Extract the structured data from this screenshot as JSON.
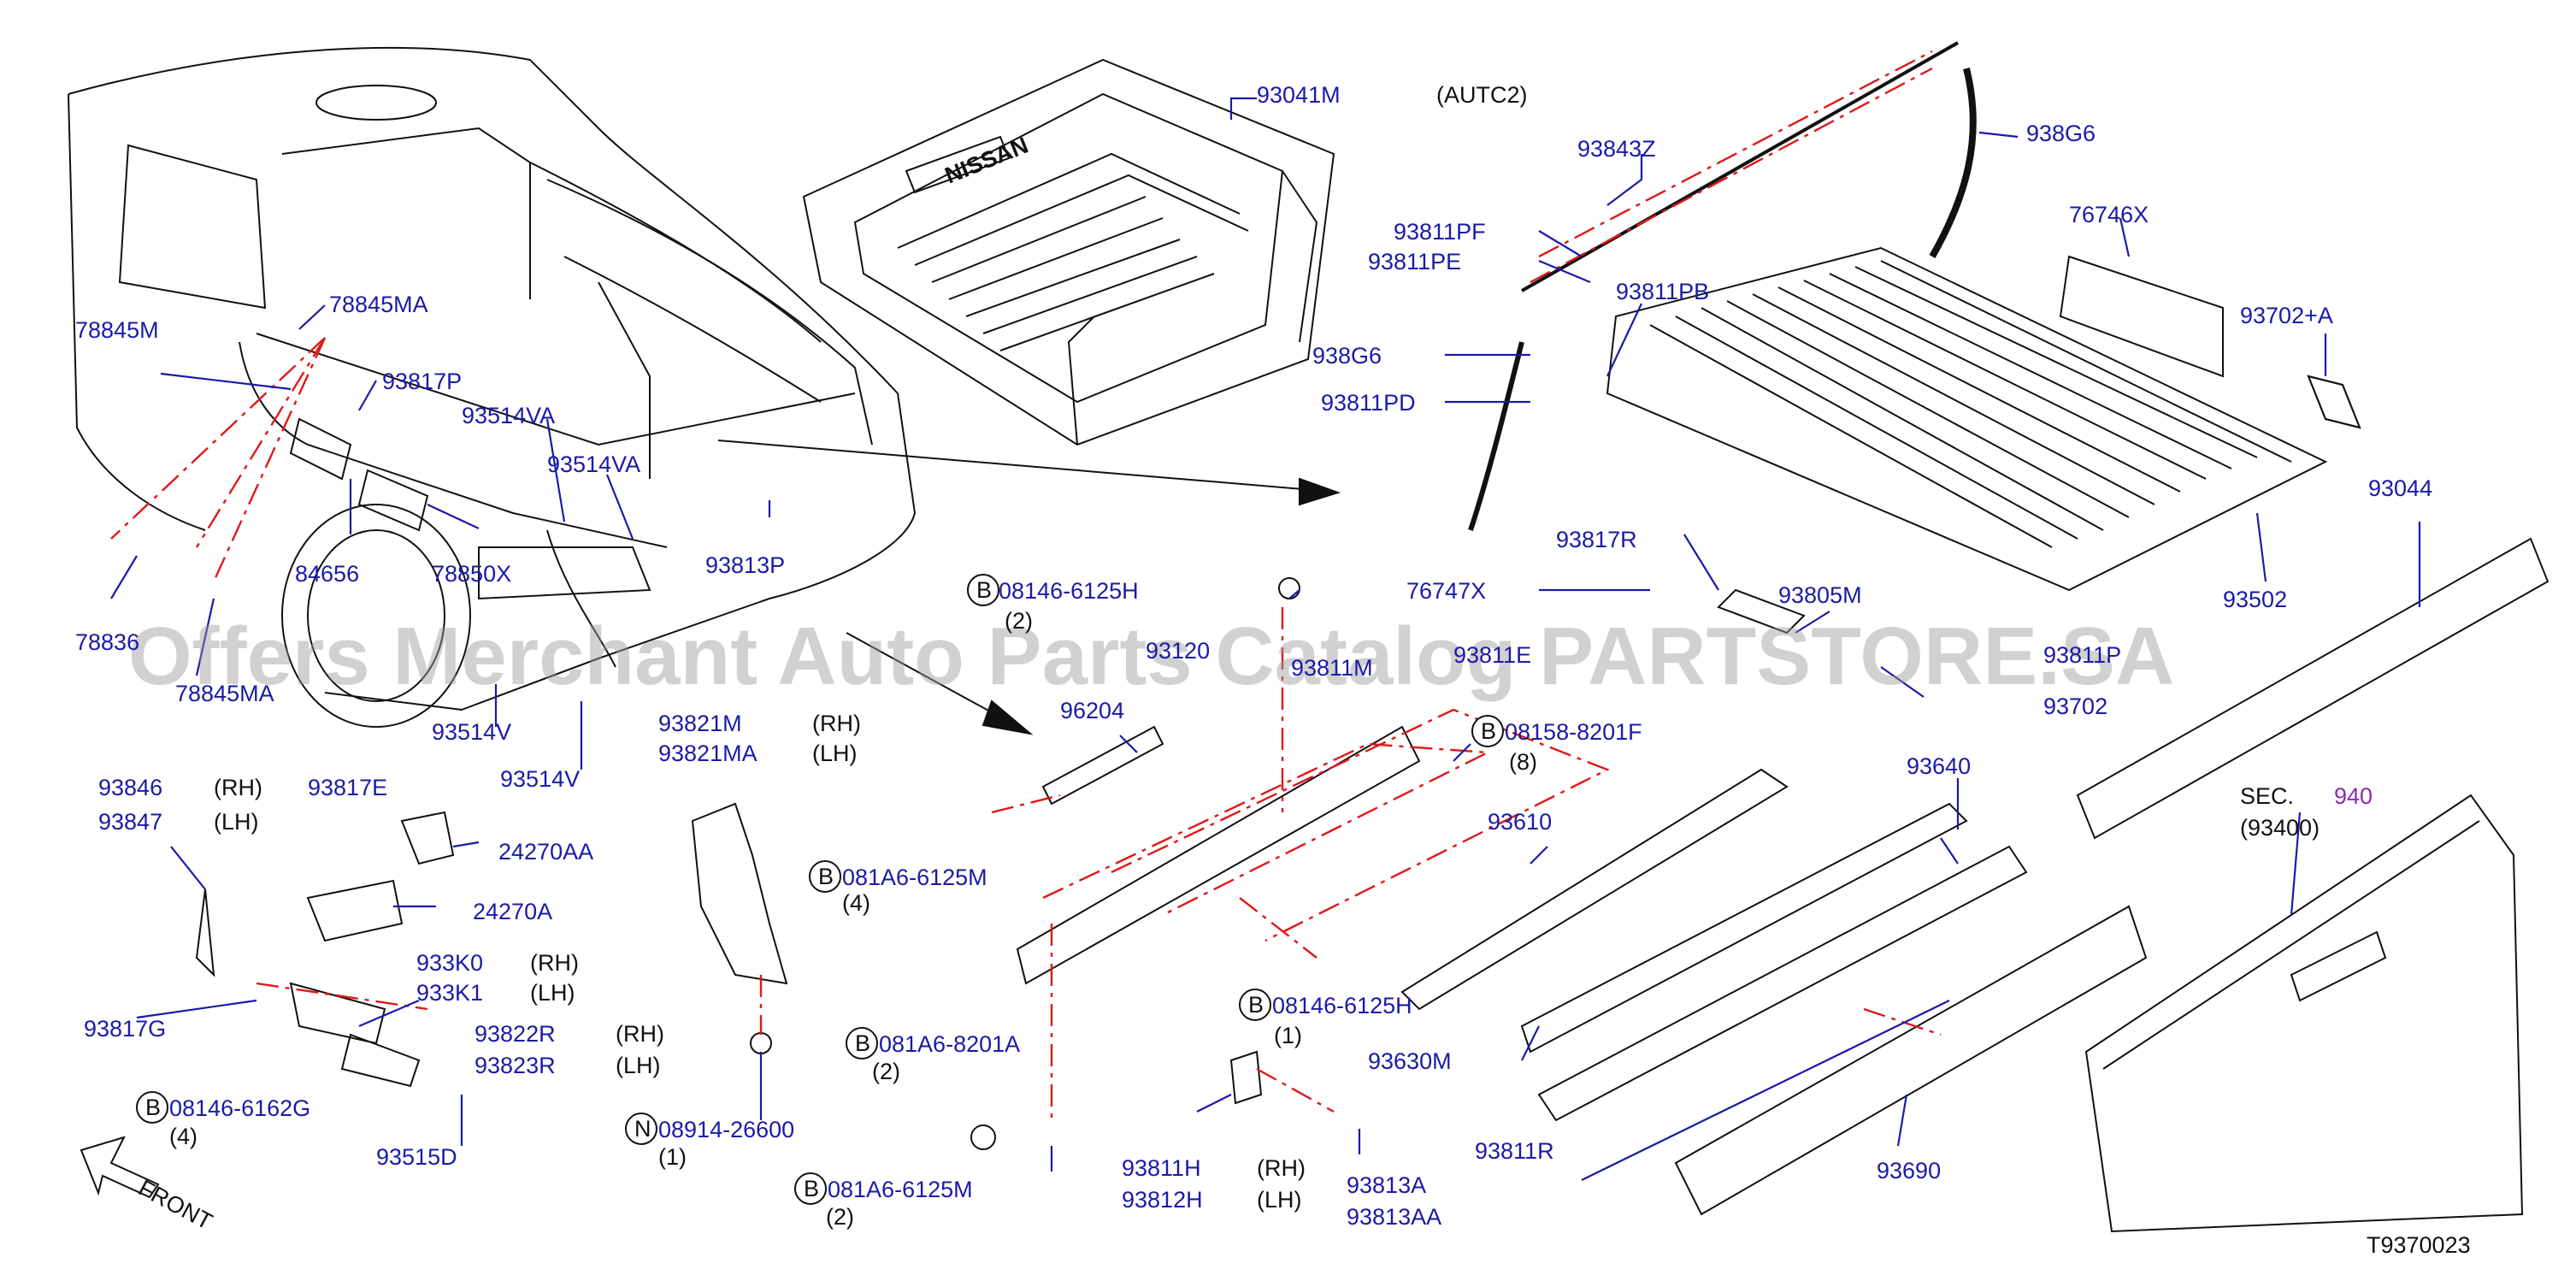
{
  "diagram_id": "T9370023",
  "watermark": "Offers Merchant Auto Parts Catalog PARTSTORE.SA",
  "direction_label": "FRONT",
  "section_ref": {
    "prefix": "SEC.",
    "number": "940",
    "sub": "(93400)"
  },
  "labels": {
    "p93041M": "93041M",
    "autc2": "(AUTC2)",
    "p93843Z": "93843Z",
    "p938G6a": "938G6",
    "p93811PF": "93811PF",
    "p93811PE": "93811PE",
    "p93811PB": "93811PB",
    "p76746X": "76746X",
    "p93702A": "93702+A",
    "p938G6b": "938G6",
    "p93811PD": "93811PD",
    "p93044": "93044",
    "p93502": "93502",
    "p78845MA_a": "78845MA",
    "p78845M": "78845M",
    "p93817P": "93817P",
    "p93514VA_a": "93514VA",
    "p93514VA_b": "93514VA",
    "p84656": "84656",
    "p78850X": "78850X",
    "p93813P": "93813P",
    "p78836": "78836",
    "p78845MA_b": "78845MA",
    "p93514V_a": "93514V",
    "p93514V_b": "93514V",
    "p93817R": "93817R",
    "p76747X": "76747X",
    "p93805M": "93805M",
    "p93702": "93702",
    "p93811E": "93811E",
    "p93811P": "93811P",
    "p93811M": "93811M",
    "p93120": "93120",
    "b08146_6125H_a": "08146-6125H",
    "q2_a": "(2)",
    "p96204": "96204",
    "b08158_8201F": "08158-8201F",
    "q8": "(8)",
    "p93610": "93610",
    "p93640": "93640",
    "p93821M": "93821M",
    "p93821MA": "93821MA",
    "rh1": "(RH)",
    "lh1": "(LH)",
    "b081A6_6125M_a": "081A6-6125M",
    "q4_a": "(4)",
    "p93846": "93846",
    "p93847": "93847",
    "rh2": "(RH)",
    "lh2": "(LH)",
    "p93817E": "93817E",
    "p24270AA": "24270AA",
    "p24270A": "24270A",
    "p933K0": "933K0",
    "p933K1": "933K1",
    "rh3": "(RH)",
    "lh3": "(LH)",
    "p93817G": "93817G",
    "p93822R": "93822R",
    "p93823R": "93823R",
    "rh4": "(RH)",
    "lh4": "(LH)",
    "b08146_6162G": "08146-6162G",
    "q4_b": "(4)",
    "p93515D": "93515D",
    "b081A6_8201A": "081A6-8201A",
    "q2_b": "(2)",
    "b08146_6125H_b": "08146-6125H",
    "q1_a": "(1)",
    "p93630M": "93630M",
    "n08914_26600": "08914-26600",
    "q1_b": "(1)",
    "b081A6_6125M_b": "081A6-6125M",
    "q2_c": "(2)",
    "p93811H": "93811H",
    "p93812H": "93812H",
    "rh5": "(RH)",
    "lh5": "(LH)",
    "p93813A": "93813A",
    "p93813AA": "93813AA",
    "p93811R": "93811R",
    "p93690": "93690",
    "b_symbol": "B",
    "n_symbol": "N"
  },
  "colors": {
    "part_number": "#1a1aa8",
    "leader": "#1a1aa8",
    "dash": "#e01818",
    "section_number": "#8a2bb0",
    "drawing": "#111111"
  }
}
